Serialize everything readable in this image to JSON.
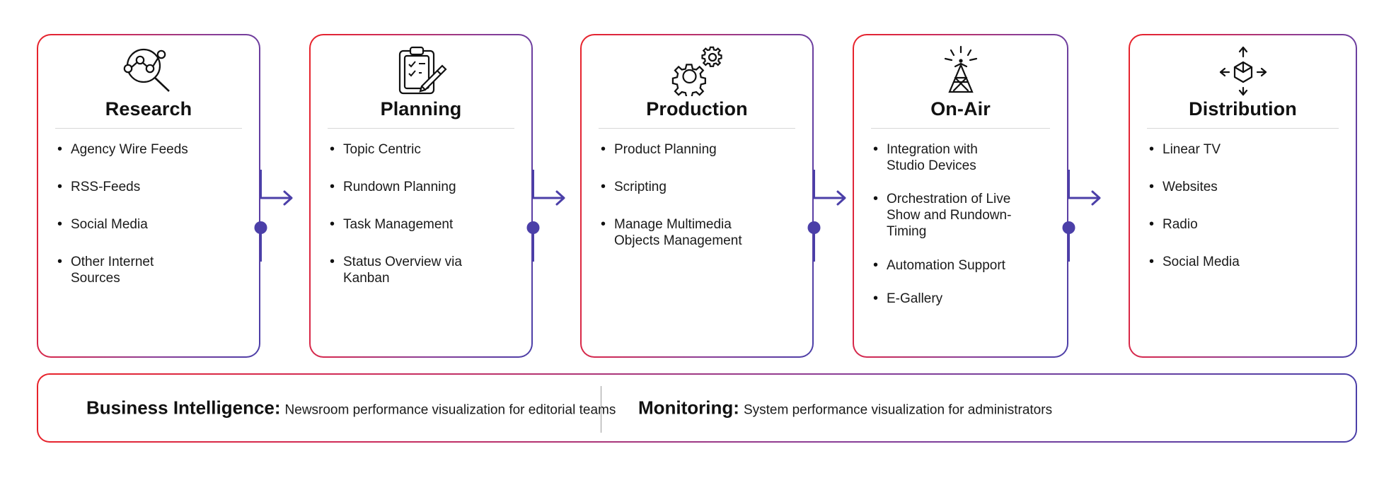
{
  "diagram": {
    "title": "Newsroom workflow stages",
    "accent_red": "#e8232a",
    "accent_purple": "#4b3fa8",
    "connector_color": "#4b3fa8"
  },
  "cards": [
    {
      "id": "research",
      "title": "Research",
      "icon": "network-magnifier-icon",
      "items": [
        "Agency Wire Feeds",
        "RSS-Feeds",
        "Social Media",
        "Other Internet\nSources"
      ]
    },
    {
      "id": "planning",
      "title": "Planning",
      "icon": "clipboard-pencil-icon",
      "items": [
        "Topic Centric",
        "Rundown Planning",
        "Task Management",
        "Status Overview via\nKanban"
      ]
    },
    {
      "id": "production",
      "title": "Production",
      "icon": "gears-icon",
      "items": [
        "Product Planning",
        "Scripting",
        "Manage Multimedia\nObjects Management"
      ]
    },
    {
      "id": "on-air",
      "title": "On-Air",
      "icon": "broadcast-tower-icon",
      "items": [
        "Integration with\nStudio Devices",
        "Orchestration of Live\nShow and Rundown-\nTiming",
        "Automation Support",
        "E-Gallery"
      ]
    },
    {
      "id": "distribution",
      "title": "Distribution",
      "icon": "cube-arrows-icon",
      "items": [
        "Linear TV",
        "Websites",
        "Radio",
        "Social Media"
      ]
    }
  ],
  "bottom_bar": {
    "items": [
      {
        "id": "business-intelligence",
        "label": "Business Intelligence:",
        "description": "Newsroom performance visualization for editorial teams"
      },
      {
        "id": "monitoring",
        "label": "Monitoring:",
        "description": "System performance visualization for administrators"
      }
    ]
  }
}
